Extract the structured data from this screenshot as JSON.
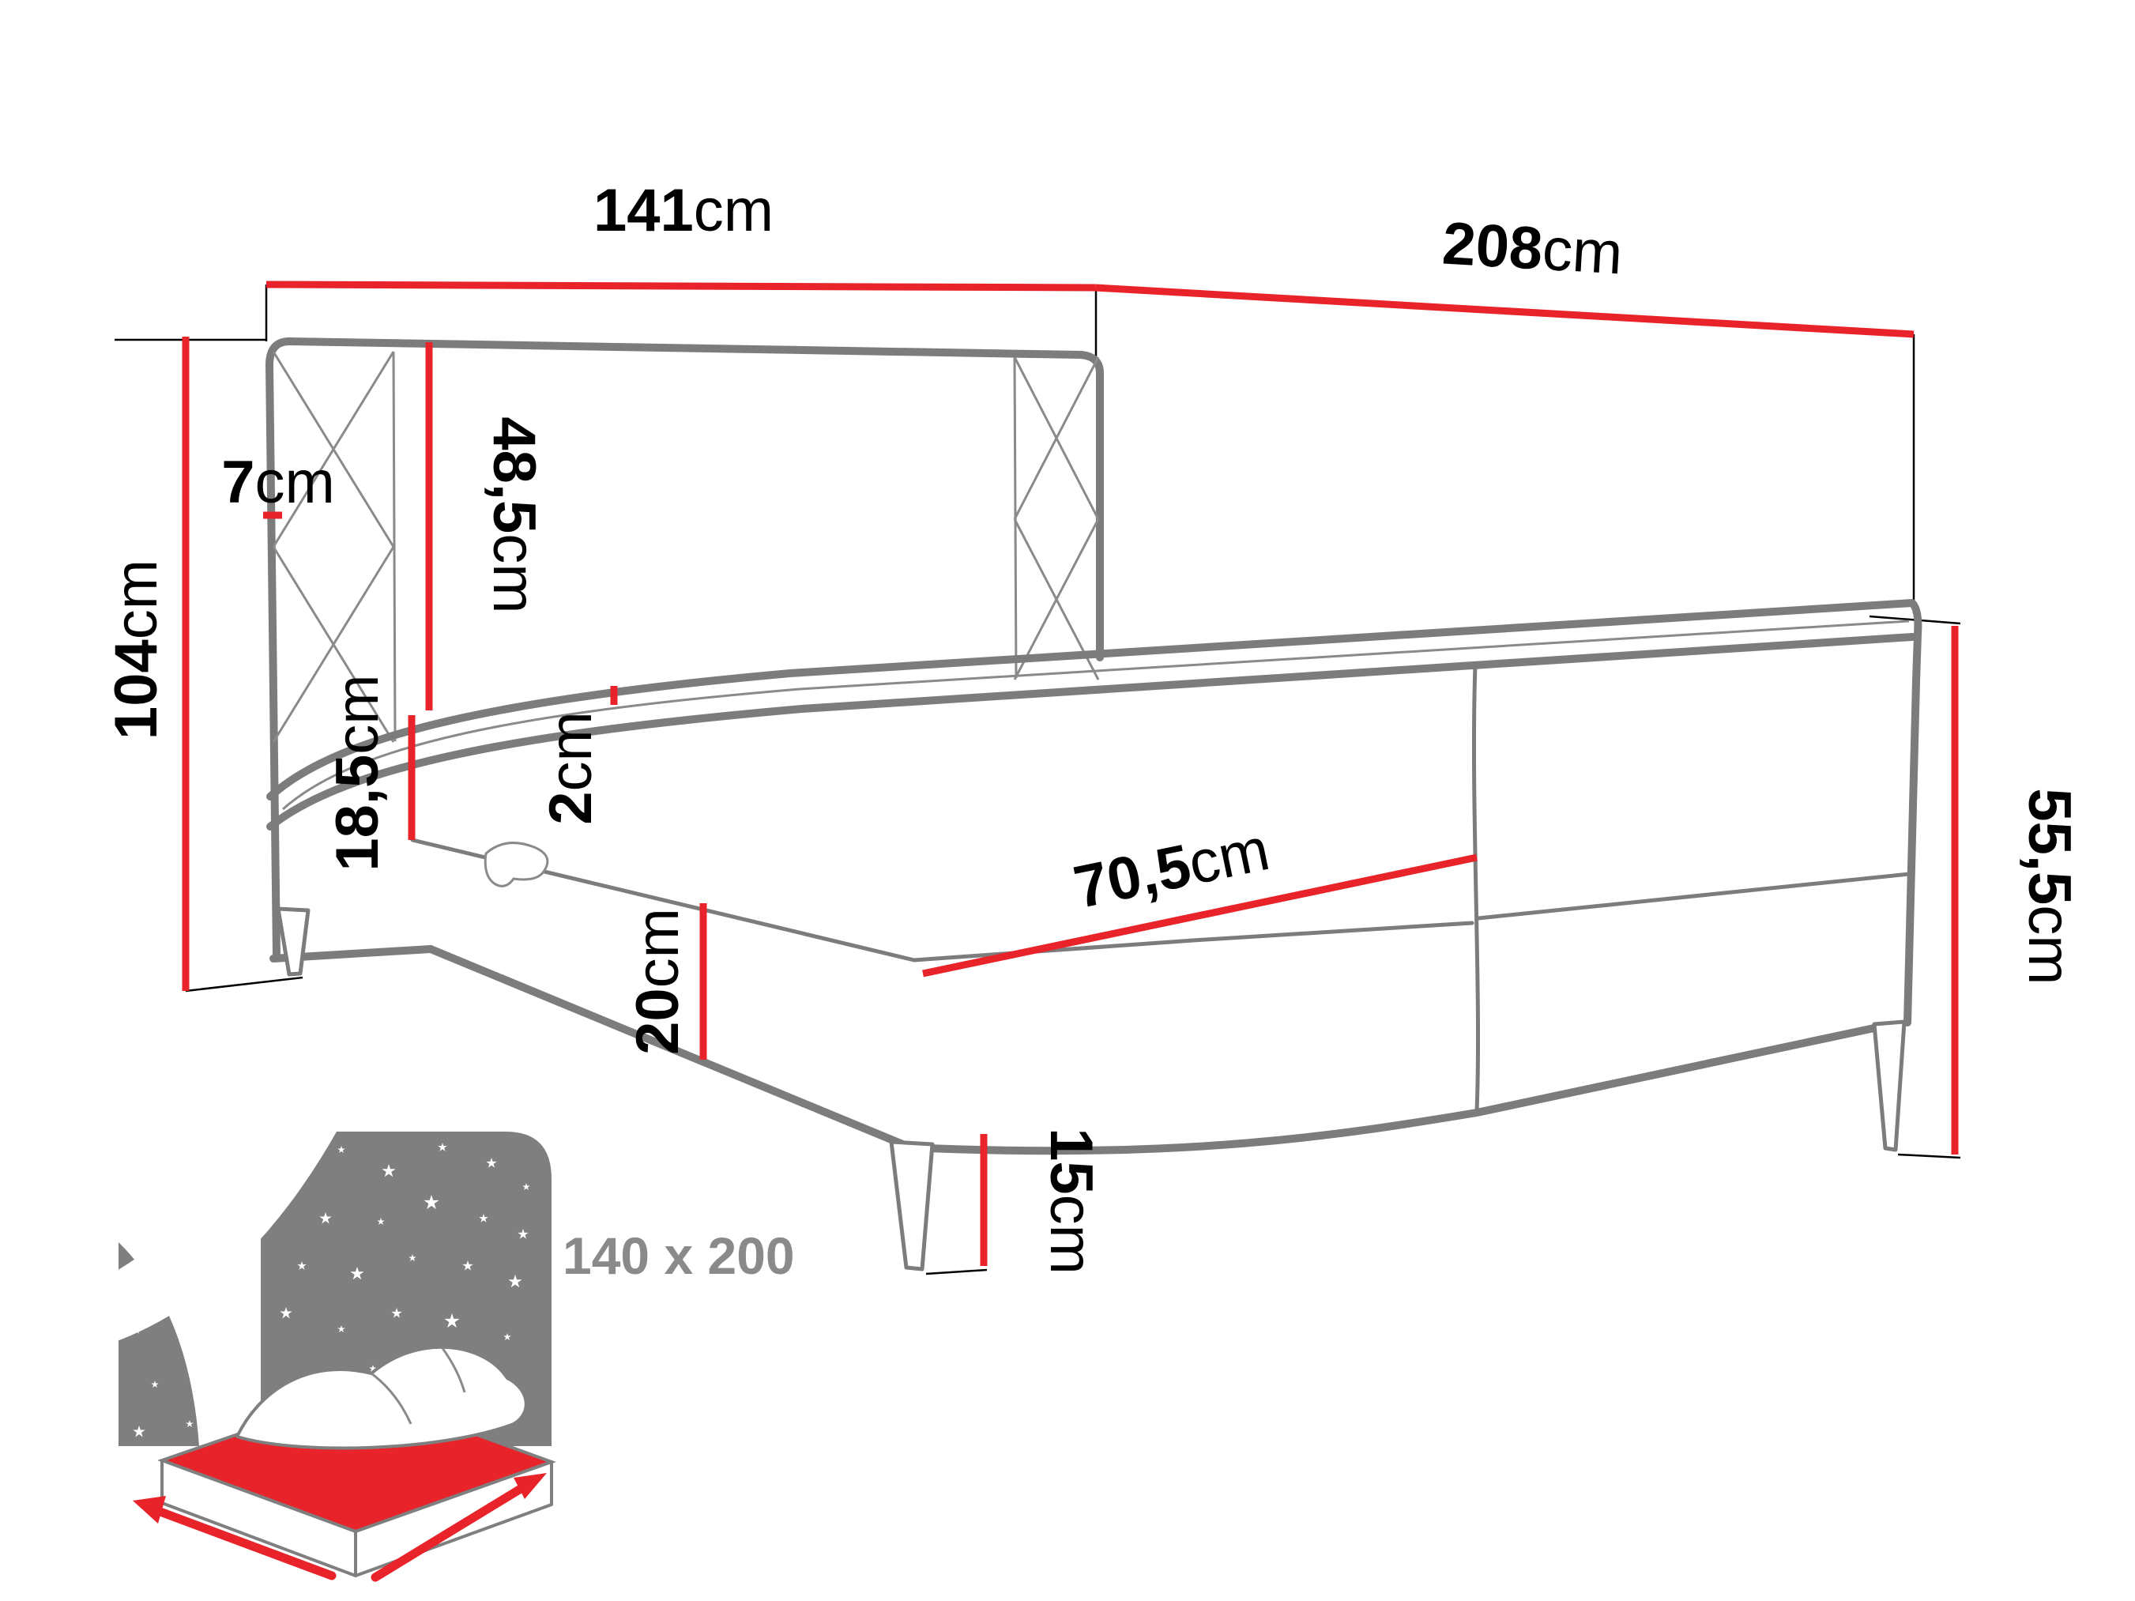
{
  "diagram": {
    "type": "furniture-dimension-diagram",
    "subject": "boxspring bed with headboard, storage drawers and legs",
    "dimensions": {
      "headboard_width": {
        "value": "141",
        "unit": "cm"
      },
      "total_depth": {
        "value": "208",
        "unit": "cm"
      },
      "headboard_height": {
        "value": "104",
        "unit": "cm"
      },
      "side_panel_thickness": {
        "value": "7",
        "unit": "cm"
      },
      "headboard_above_mattress": {
        "value": "48,5",
        "unit": "cm"
      },
      "upper_box_height": {
        "value": "18,5",
        "unit": "cm"
      },
      "topper_thickness": {
        "value": "2",
        "unit": "cm"
      },
      "drawer_front_width": {
        "value": "70,5",
        "unit": "cm"
      },
      "lower_box_height": {
        "value": "20",
        "unit": "cm"
      },
      "leg_height": {
        "value": "15",
        "unit": "cm"
      },
      "side_height_total": {
        "value": "55,5",
        "unit": "cm"
      }
    },
    "badge": {
      "size_label": "140 x 200"
    },
    "icon": {
      "name": "bed-size-icon"
    },
    "colors": {
      "dimension_red": "#e8232a",
      "outline_gray": "#7c7c7c",
      "label_black": "#000000",
      "badge_gray": "#8a8a8a"
    }
  }
}
